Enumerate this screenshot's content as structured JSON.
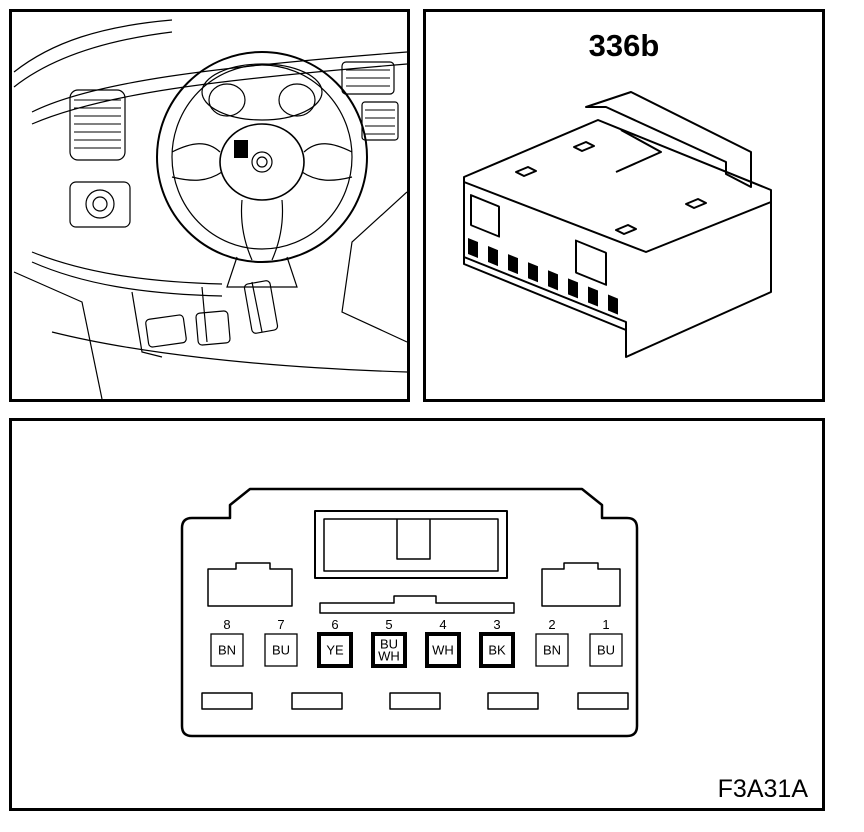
{
  "connector": {
    "id": "336b"
  },
  "figure_code": "F3A31A",
  "pins": [
    {
      "number": "8",
      "color": [
        "BN"
      ],
      "highlighted": false
    },
    {
      "number": "7",
      "color": [
        "BU"
      ],
      "highlighted": false
    },
    {
      "number": "6",
      "color": [
        "YE"
      ],
      "highlighted": true
    },
    {
      "number": "5",
      "color": [
        "BU",
        "WH"
      ],
      "highlighted": true
    },
    {
      "number": "4",
      "color": [
        "WH"
      ],
      "highlighted": true
    },
    {
      "number": "3",
      "color": [
        "BK"
      ],
      "highlighted": true
    },
    {
      "number": "2",
      "color": [
        "BN"
      ],
      "highlighted": false
    },
    {
      "number": "1",
      "color": [
        "BU"
      ],
      "highlighted": false
    }
  ],
  "colors": {
    "ink": "#000000",
    "background": "#ffffff"
  }
}
